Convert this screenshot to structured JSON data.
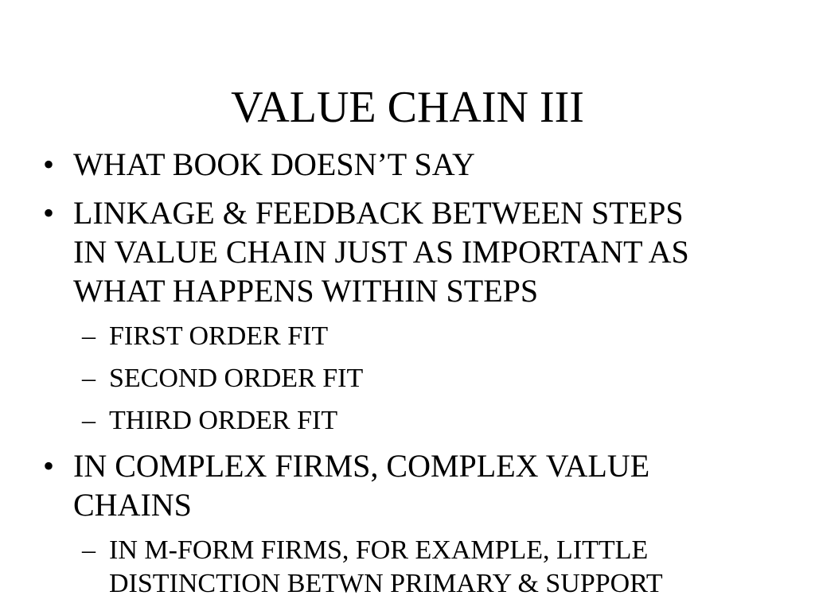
{
  "slide": {
    "title": "VALUE CHAIN III",
    "bullet_symbol": "•",
    "dash_symbol": "–",
    "items": [
      {
        "lines": [
          "WHAT BOOK DOESN’T SAY"
        ]
      },
      {
        "lines": [
          "LINKAGE & FEEDBACK BETWEEN STEPS",
          "IN VALUE CHAIN JUST AS IMPORTANT AS",
          "WHAT HAPPENS WITHIN STEPS"
        ]
      },
      {
        "sub": [
          "FIRST ORDER FIT",
          "SECOND ORDER FIT",
          "THIRD ORDER FIT"
        ]
      },
      {
        "lines": [
          "IN COMPLEX FIRMS, COMPLEX VALUE",
          "CHAINS"
        ]
      },
      {
        "sub_lines": [
          "IN M-FORM FIRMS, FOR EXAMPLE, LITTLE",
          "DISTINCTION BETWN PRIMARY & SUPPORT"
        ]
      }
    ]
  }
}
